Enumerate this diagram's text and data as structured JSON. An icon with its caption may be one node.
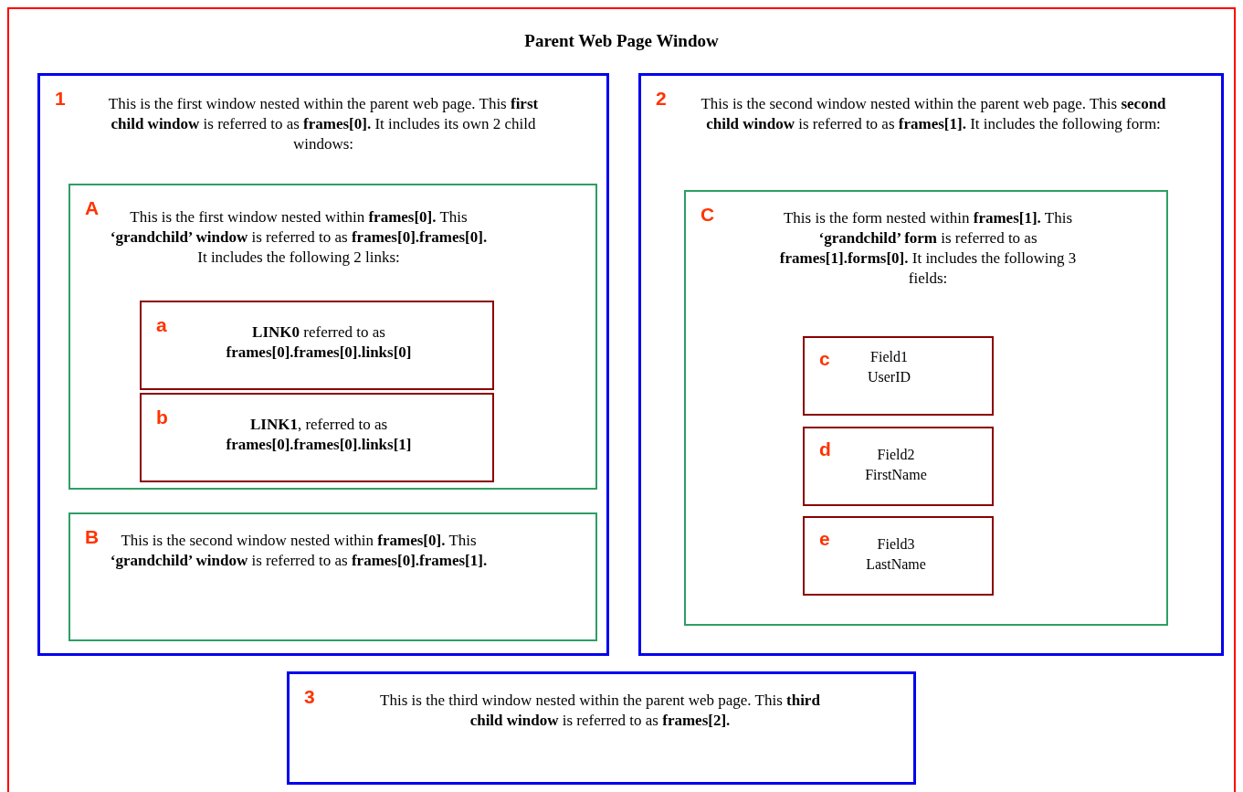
{
  "diagram": {
    "nodes": [
      {
        "text": [
          "Parent Web Page Window"
        ]
      },
      {
        "text": [
          "1",
          "This is the first window nested within the parent web page. This **first child window** is referred to as **frames[0].** It includes its own 2 child windows:"
        ],
        "in": 0
      },
      {
        "text": [
          "A",
          "This is the first window nested within **frames[0].** This **‘grandchild’ window** is referred to as **frames[0].frames[0].** It includes the following 2 links:"
        ],
        "in": 1
      },
      {
        "text": [
          "a",
          "**LINK0** referred to as **frames[0].frames[0].links[0]**"
        ],
        "in": 2
      },
      {
        "text": [
          "b",
          "**LINK1**, referred to as **frames[0].frames[0].links[1]**"
        ],
        "in": 2
      },
      {
        "text": [
          "B",
          "This is the second window nested within **frames[0].** This **‘grandchild’ window** is referred to as **frames[0].frames[1].**"
        ],
        "in": 1
      },
      {
        "text": [
          "2",
          "This is the second window nested within the parent web page. This **second child window** is referred to as **frames[1].** It includes the following form:"
        ],
        "in": 0
      },
      {
        "text": [
          "C",
          "This is the form nested within **frames[1].** This **‘grandchild’ form** is referred to as **frames[1].forms[0].** It includes the following 3 fields:"
        ],
        "in": 6
      },
      {
        "text": [
          "c",
          "Field1 UserID"
        ],
        "in": 7
      },
      {
        "text": [
          "d",
          "Field2 FirstName"
        ],
        "in": 7
      },
      {
        "text": [
          "e",
          "Field3 LastName"
        ],
        "in": 7
      },
      {
        "text": [
          "3",
          "This is the third window nested within the parent web page. This **third child window** is referred to as **frames[2].**"
        ],
        "in": 0
      }
    ]
  }
}
